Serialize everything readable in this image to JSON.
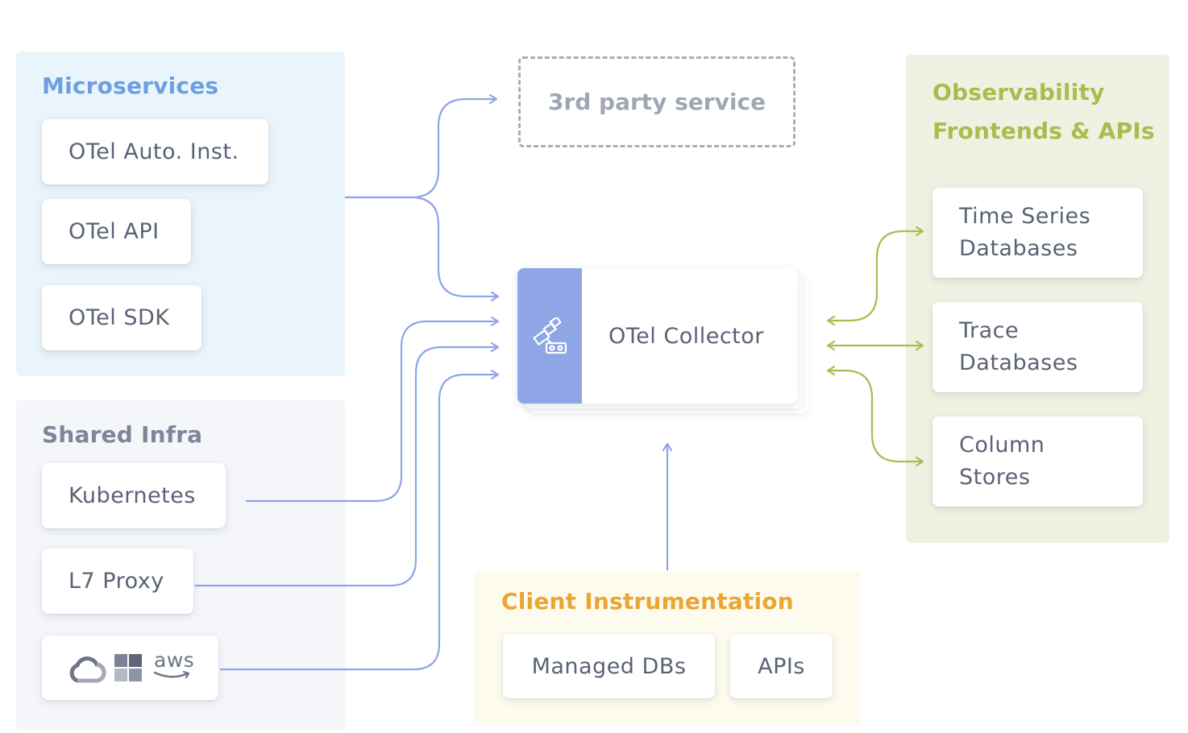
{
  "microservices": {
    "title": "Microservices",
    "items": [
      "OTel Auto. Inst.",
      "OTel API",
      "OTel SDK"
    ]
  },
  "shared_infra": {
    "title": "Shared Infra",
    "items": [
      "Kubernetes",
      "L7 Proxy"
    ],
    "cloud_logos": {
      "gcp_icon": "gcp-cloud-icon",
      "azure_icon": "azure-windows-icon",
      "aws_text": "aws"
    }
  },
  "third_party": {
    "label": "3rd party service"
  },
  "collector": {
    "label": "OTel Collector",
    "icon": "telescope-icon"
  },
  "observability": {
    "title_line1": "Observability",
    "title_line2": "Frontends & APIs",
    "items": [
      {
        "line1": "Time Series",
        "line2": "Databases"
      },
      {
        "line1": "Trace",
        "line2": "Databases"
      },
      {
        "line1": "Column",
        "line2": "Stores"
      }
    ]
  },
  "client": {
    "title": "Client Instrumentation",
    "items": [
      "Managed DBs",
      "APIs"
    ]
  },
  "colors": {
    "microservices_bg": "#e9f4fb",
    "microservices_title": "#6d9fe0",
    "infra_bg": "#f4f6f9",
    "infra_title": "#7d8699",
    "observability_bg": "#eef2e2",
    "observability_title": "#a9bd4e",
    "client_bg": "#fdfbee",
    "client_title": "#eba533",
    "blue_wire": "#8ea5e6",
    "green_wire": "#a9bd4e"
  }
}
